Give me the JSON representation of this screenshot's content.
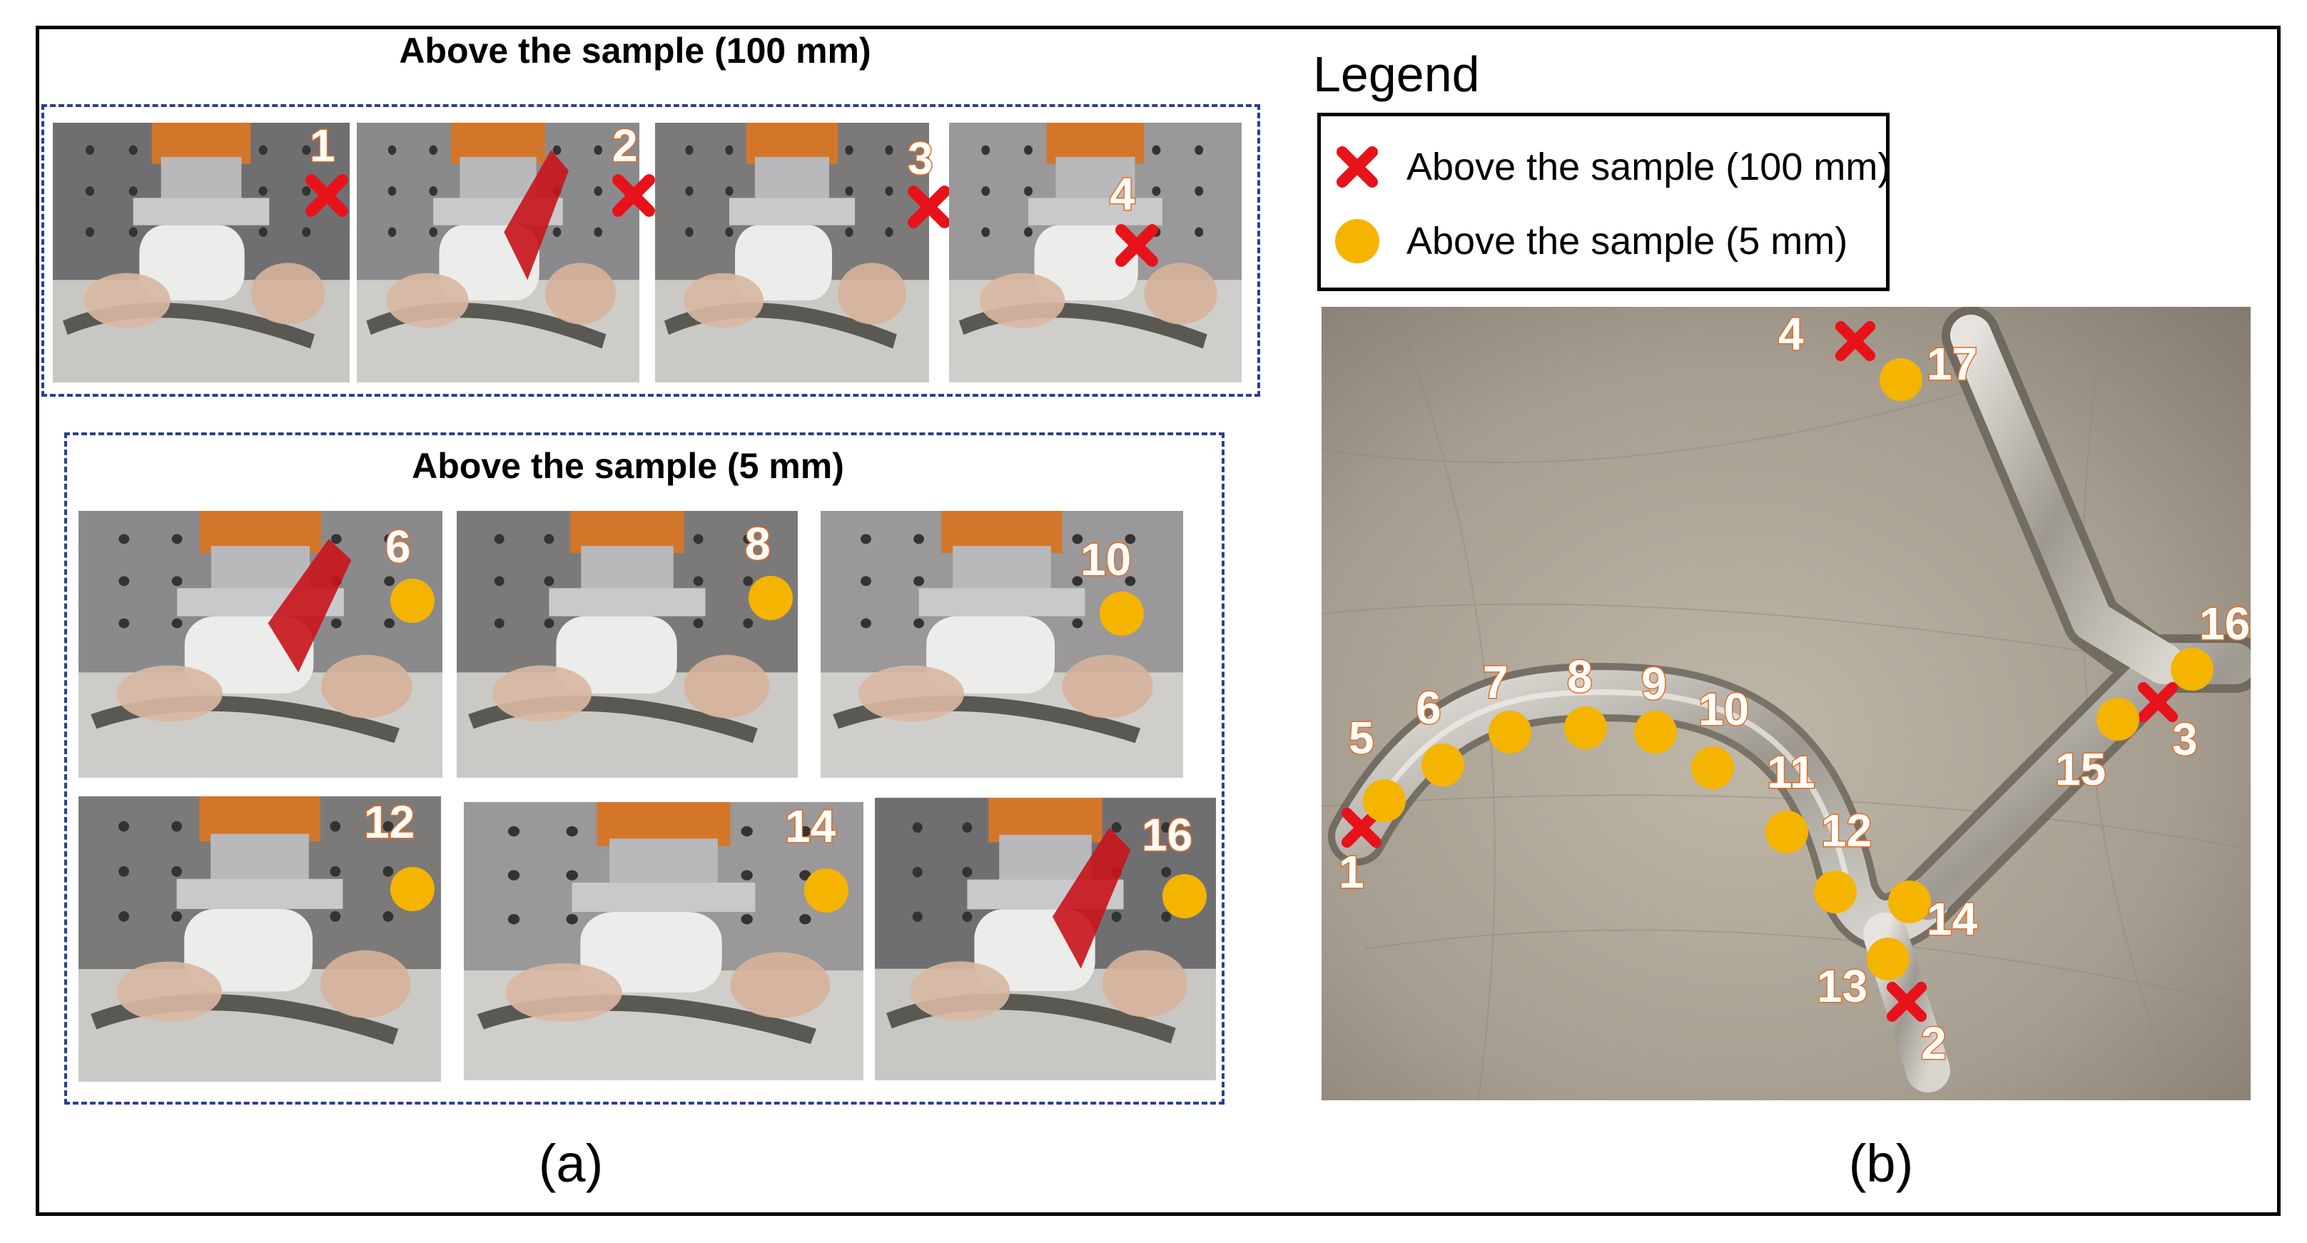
{
  "panel_a": {
    "heading_100": "Above the sample (100 mm)",
    "heading_5": "Above the sample (5 mm)",
    "top_photos": [
      {
        "number": "1",
        "marker": "cross"
      },
      {
        "number": "2",
        "marker": "cross"
      },
      {
        "number": "3",
        "marker": "cross"
      },
      {
        "number": "4",
        "marker": "cross"
      }
    ],
    "mid_photos": [
      {
        "number": "6",
        "marker": "dot"
      },
      {
        "number": "8",
        "marker": "dot"
      },
      {
        "number": "10",
        "marker": "dot"
      }
    ],
    "bottom_photos": [
      {
        "number": "12",
        "marker": "dot"
      },
      {
        "number": "14",
        "marker": "dot"
      },
      {
        "number": "16",
        "marker": "dot"
      }
    ],
    "caption": "(a)"
  },
  "legend": {
    "title": "Legend",
    "items": [
      {
        "label": "Above the sample (100 mm)",
        "marker": "cross"
      },
      {
        "label": "Above the sample (5 mm)",
        "marker": "dot"
      }
    ]
  },
  "panel_b": {
    "points": [
      {
        "number": "1",
        "marker": "cross"
      },
      {
        "number": "2",
        "marker": "cross"
      },
      {
        "number": "3",
        "marker": "cross"
      },
      {
        "number": "4",
        "marker": "cross"
      },
      {
        "number": "5",
        "marker": "dot"
      },
      {
        "number": "6",
        "marker": "dot"
      },
      {
        "number": "7",
        "marker": "dot"
      },
      {
        "number": "8",
        "marker": "dot"
      },
      {
        "number": "9",
        "marker": "dot"
      },
      {
        "number": "10",
        "marker": "dot"
      },
      {
        "number": "11",
        "marker": "dot"
      },
      {
        "number": "12",
        "marker": "dot"
      },
      {
        "number": "13",
        "marker": "dot"
      },
      {
        "number": "14",
        "marker": "dot"
      },
      {
        "number": "15",
        "marker": "dot"
      },
      {
        "number": "16",
        "marker": "dot"
      },
      {
        "number": "17",
        "marker": "dot"
      }
    ],
    "caption": "(b)"
  },
  "colors": {
    "cross": "#e8121a",
    "dot": "#f5b400",
    "number_outline": "#e56b1f",
    "dash_border": "#2b3f8f"
  }
}
